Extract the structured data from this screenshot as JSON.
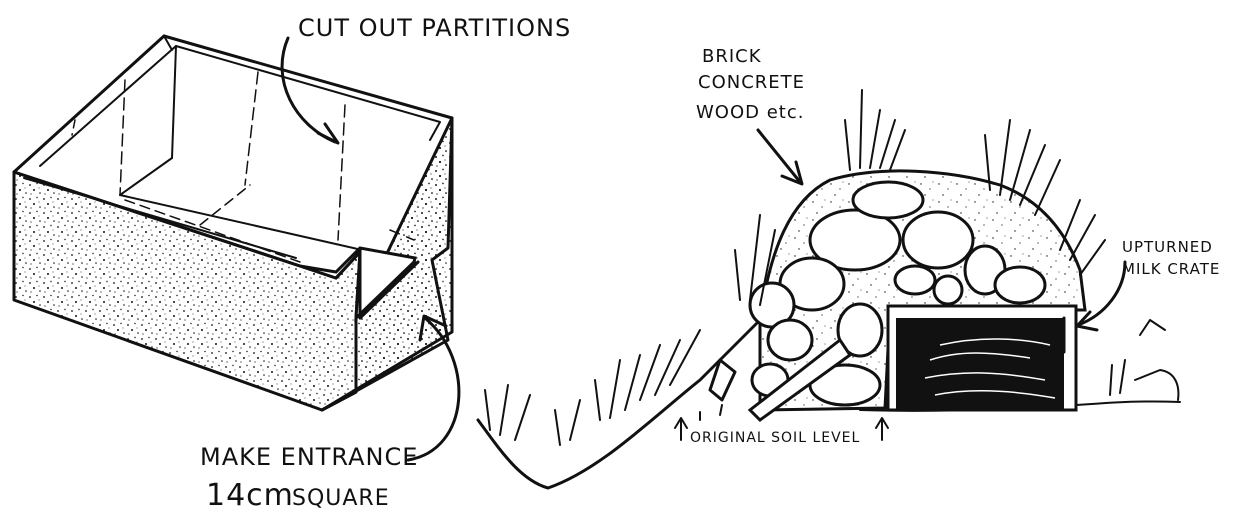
{
  "labels": {
    "cut_out_partitions": "CUT OUT PARTITIONS",
    "make_entrance_line1": "MAKE ENTRANCE",
    "make_entrance_size": "14cm",
    "make_entrance_unit": "SQUARE",
    "cover_materials_1": "BRICK",
    "cover_materials_2": "CONCRETE",
    "cover_materials_3": "WOOD etc.",
    "upturned_1": "UPTURNED",
    "upturned_2": "MILK CRATE",
    "soil_level": "ORIGINAL SOIL LEVEL"
  },
  "colors": {
    "ink": "#111111",
    "background": "#ffffff"
  }
}
